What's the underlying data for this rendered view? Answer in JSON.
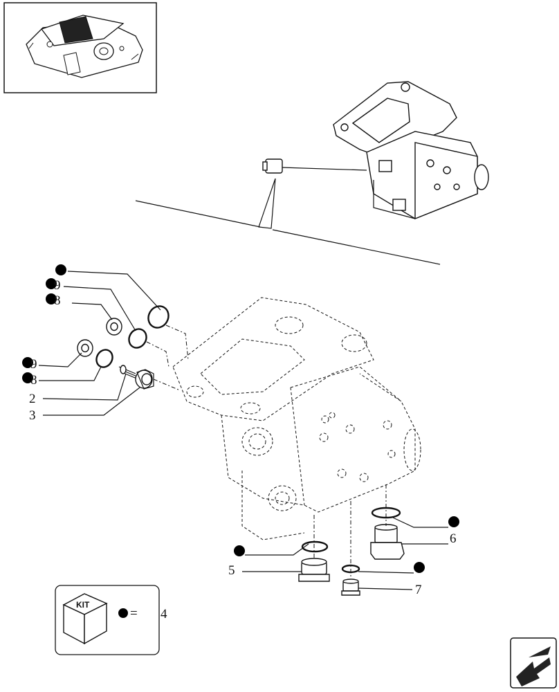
{
  "callouts": {
    "c2": "2",
    "c3": "3",
    "c4": "4",
    "c5": "5",
    "c6": "6",
    "c7": "7",
    "c8a": "8",
    "c8b": "8",
    "c9a": "9",
    "c9b": "9"
  },
  "legend": {
    "kit_label": "KIT",
    "equals": "="
  },
  "icons": {
    "thumbnail": "hydraulic-valve-thumbnail",
    "nav": "next-page-arrow-icon"
  }
}
